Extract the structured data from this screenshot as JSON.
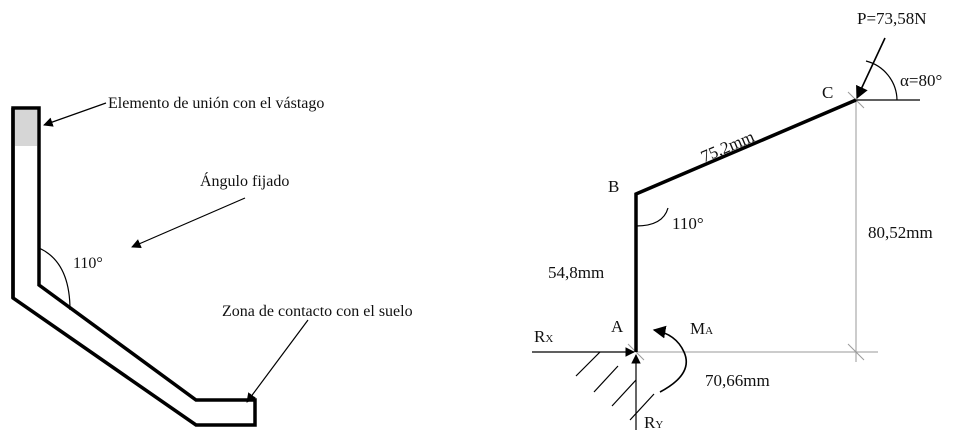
{
  "left_part": {
    "labels": {
      "union": "Elemento de unión con el vástago",
      "angle_fixed": "Ángulo fijado",
      "contact": "Zona de contacto con el suelo",
      "angle_value": "110°"
    },
    "colors": {
      "shaded_cap": "#d6d6d6"
    }
  },
  "free_body": {
    "points": {
      "a": "A",
      "b": "B",
      "c": "C"
    },
    "force": "P=73,58N",
    "force_angle": "α=80°",
    "length_bc": "75,2mm",
    "height_c": "80,52mm",
    "length_ab": "54,8mm",
    "horizontal": "70,66mm",
    "angle_b": "110°",
    "rx": {
      "main": "R",
      "sub": "X"
    },
    "ry": {
      "main": "R",
      "sub": "Y"
    },
    "ma": {
      "main": "M",
      "sub": "A"
    }
  }
}
